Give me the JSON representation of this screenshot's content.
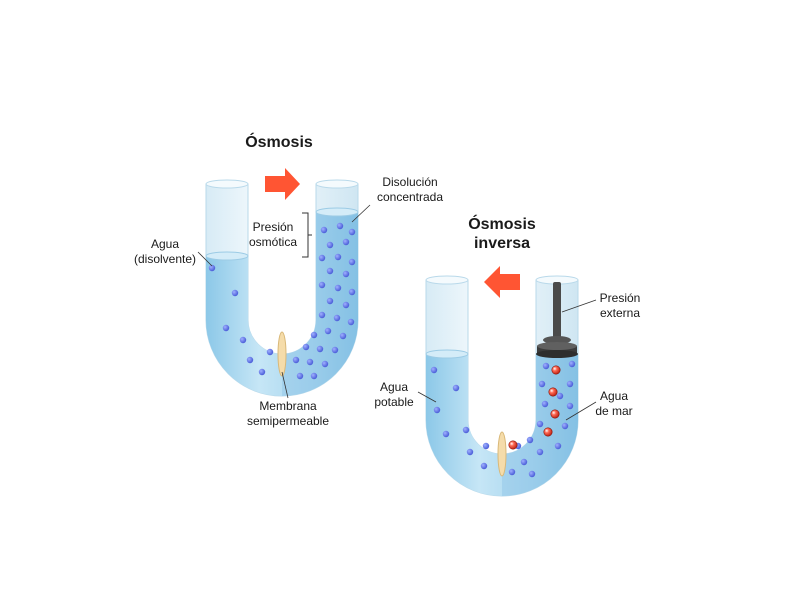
{
  "osmosis": {
    "title": "Ósmosis",
    "labels": {
      "water_line1": "Agua",
      "water_line2": "(disolvente)",
      "solution_line1": "Disolución",
      "solution_line2": "concentrada",
      "pressure_line1": "Presión",
      "pressure_line2": "osmótica",
      "membrane_line1": "Membrana",
      "membrane_line2": "semipermeable"
    }
  },
  "reverse": {
    "title_line1": "Ósmosis",
    "title_line2": "inversa",
    "labels": {
      "potable_line1": "Agua",
      "potable_line2": "potable",
      "external_line1": "Presión",
      "external_line2": "externa",
      "sea_line1": "Agua",
      "sea_line2": "de mar"
    }
  },
  "colors": {
    "water_fill": "#a9d6ee",
    "tube_glass": "#e8f4fb",
    "water_molecule": "#5b6fe0",
    "salt_molecule": "#d63a2a",
    "arrow": "#ff5533",
    "membrane": "#f5dcaa",
    "piston": "#4a4a4a"
  },
  "icons": [
    "flow-arrow-icon",
    "piston-icon",
    "membrane-icon"
  ]
}
